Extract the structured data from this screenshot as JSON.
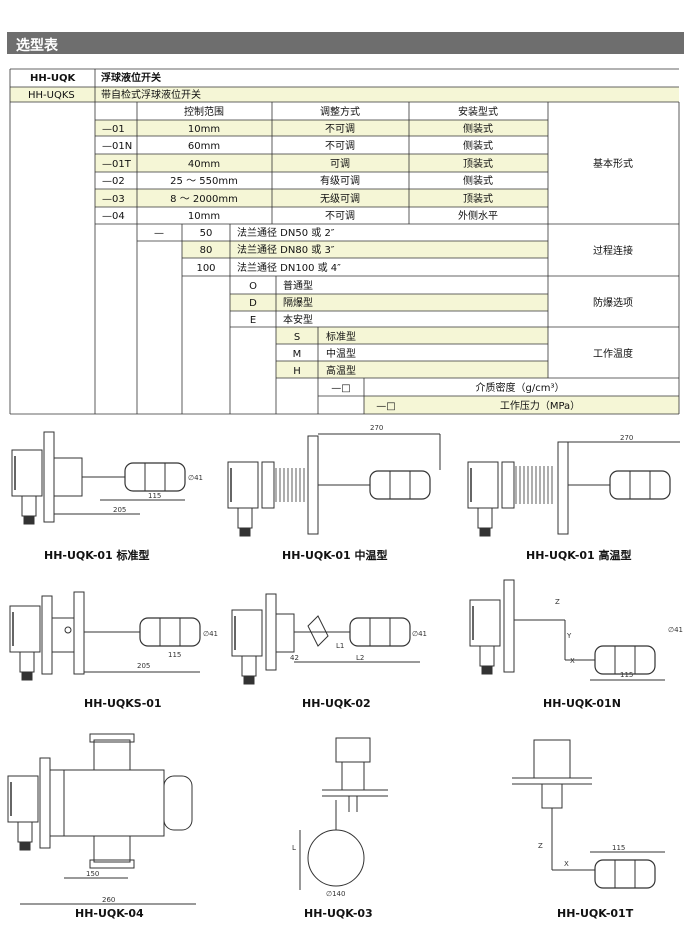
{
  "section_title": "选型表",
  "models": [
    {
      "code": "HH-UQK",
      "desc": "浮球液位开关"
    },
    {
      "code": "HH-UQKS",
      "desc": "带自检式浮球液位开关"
    }
  ],
  "col_headers": {
    "range": "控制范围",
    "adjust": "调整方式",
    "mount": "安装型式"
  },
  "basic_rows": [
    {
      "code": "—01",
      "range": "10mm",
      "adjust": "不可调",
      "mount": "侧装式"
    },
    {
      "code": "—01N",
      "range": "60mm",
      "adjust": "不可调",
      "mount": "侧装式"
    },
    {
      "code": "—01T",
      "range": "40mm",
      "adjust": "可调",
      "mount": "顶装式"
    },
    {
      "code": "—02",
      "range": "25 ～ 550mm",
      "adjust": "有级可调",
      "mount": "侧装式"
    },
    {
      "code": "—03",
      "range": "8 ～ 2000mm",
      "adjust": "无级可调",
      "mount": "顶装式"
    },
    {
      "code": "—04",
      "range": "10mm",
      "adjust": "不可调",
      "mount": "外侧水平"
    }
  ],
  "group_labels": {
    "basic": "基本形式",
    "process": "过程连接",
    "explosion": "防爆选项",
    "temp": "工作温度"
  },
  "process": {
    "dash": "—",
    "rows": [
      {
        "code": "50",
        "desc": "法兰通径 DN50 或 2″"
      },
      {
        "code": "80",
        "desc": "法兰通径 DN80 或 3″"
      },
      {
        "code": "100",
        "desc": "法兰通径 DN100 或 4″"
      }
    ]
  },
  "explosion": [
    {
      "code": "O",
      "desc": "普通型"
    },
    {
      "code": "D",
      "desc": "隔爆型"
    },
    {
      "code": "E",
      "desc": "本安型"
    }
  ],
  "temperature": [
    {
      "code": "S",
      "desc": "标准型"
    },
    {
      "code": "M",
      "desc": "中温型"
    },
    {
      "code": "H",
      "desc": "高温型"
    }
  ],
  "density": {
    "code": "—□",
    "label": "介质密度（g/cm³）"
  },
  "pressure": {
    "code": "—□",
    "label": "工作压力（MPa）"
  },
  "drawings": [
    {
      "caption": "HH-UQK-01 标准型",
      "dims": [
        "205",
        "115",
        "∅41"
      ]
    },
    {
      "caption": "HH-UQK-01 中温型",
      "dims": [
        "270"
      ]
    },
    {
      "caption": "HH-UQK-01 高温型",
      "dims": [
        "270"
      ]
    },
    {
      "caption": "HH-UQKS-01",
      "dims": [
        "205",
        "115",
        "∅41"
      ]
    },
    {
      "caption": "HH-UQK-02",
      "dims": [
        "42",
        "L1",
        "L2",
        "∅41"
      ]
    },
    {
      "caption": "HH-UQK-01N",
      "dims": [
        "115",
        "Z",
        "Y",
        "X",
        "∅41"
      ]
    },
    {
      "caption": "HH-UQK-04",
      "dims": [
        "150",
        "260"
      ]
    },
    {
      "caption": "HH-UQK-03",
      "dims": [
        "L",
        "∅140"
      ]
    },
    {
      "caption": "HH-UQK-01T",
      "dims": [
        "115",
        "Z",
        "X"
      ]
    }
  ],
  "colors": {
    "header_bg": "#6e6e6e",
    "highlight": "#f5f6d6",
    "line": "#333333"
  }
}
